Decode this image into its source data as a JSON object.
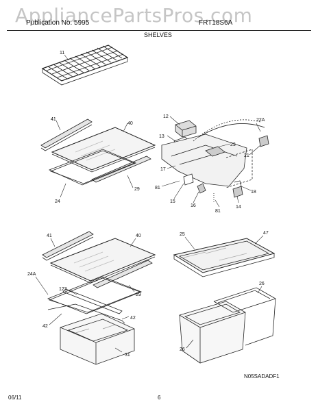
{
  "header": {
    "left": "Publication No. 5995",
    "right": "FRT18S6A",
    "section": "SHELVES",
    "watermark": "AppliancePartsPros.com"
  },
  "parts": {
    "p11": "11",
    "p41a": "41",
    "p40a": "40",
    "p24": "24",
    "p29a": "29",
    "p12": "12",
    "p13": "13",
    "p22a": "22A",
    "p23": "23",
    "p21": "21",
    "p17": "17",
    "p81a": "81",
    "p15": "15",
    "p16": "16",
    "p81b": "81",
    "p14": "14",
    "p18": "18",
    "p41b": "41",
    "p40b": "40",
    "p24a": "24A",
    "p123": "123",
    "p29b": "29",
    "p42a": "42",
    "p42b": "42",
    "p31": "31",
    "p25": "25",
    "p47": "47",
    "p26a": "26",
    "p26b": "26"
  },
  "diagram_code": "N05SADADF1",
  "footer": {
    "date": "06/11",
    "page": "6"
  }
}
